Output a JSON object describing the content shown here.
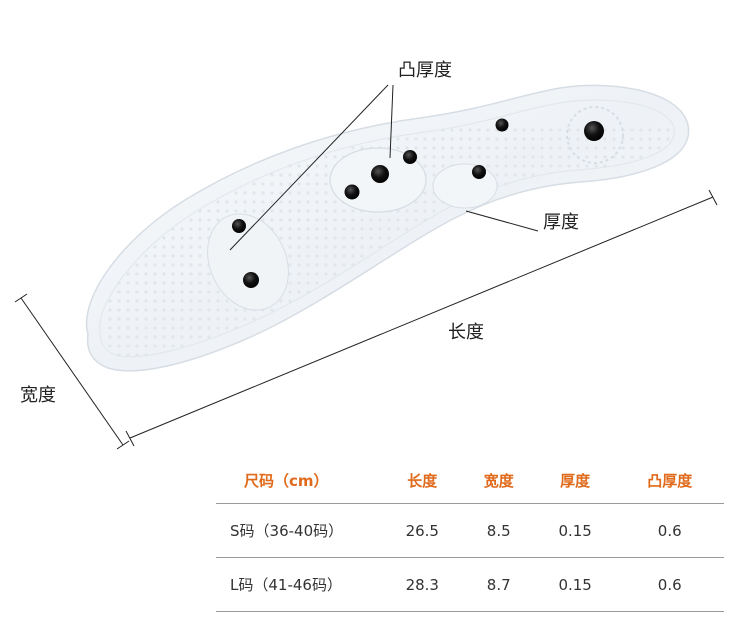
{
  "labels": {
    "convex_thickness": "凸厚度",
    "thickness": "厚度",
    "length": "长度",
    "width": "宽度"
  },
  "table": {
    "headers": [
      "尺码（cm）",
      "长度",
      "宽度",
      "厚度",
      "凸厚度"
    ],
    "rows": [
      [
        "S码（36-40码）",
        "26.5",
        "8.5",
        "0.15",
        "0.6"
      ],
      [
        "L码（41-46码）",
        "28.3",
        "8.7",
        "0.15",
        "0.6"
      ]
    ]
  },
  "colors": {
    "header_text": "#e06a1b",
    "rule_line": "#9a9a9a",
    "magnet": "#111111"
  }
}
